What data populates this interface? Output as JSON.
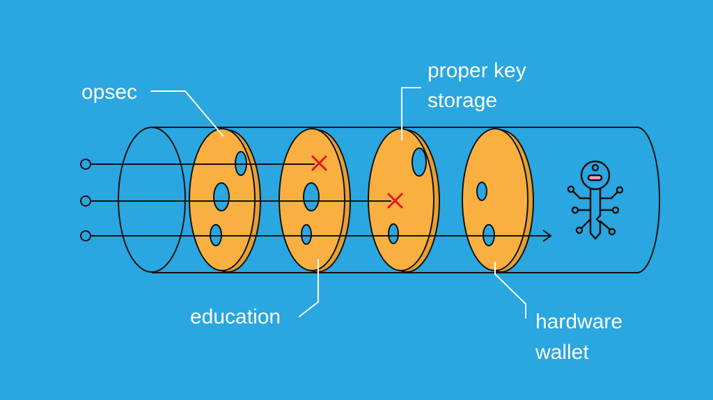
{
  "labels": {
    "opsec": "opsec",
    "education": "education",
    "proper_key_line1": "proper key",
    "proper_key_line2": "storage",
    "hardware_line1": "hardware",
    "hardware_line2": "wallet"
  },
  "colors": {
    "background": "#2aa6e0",
    "slice": "#f9b041",
    "blocked_marker": "#e8141b",
    "key_accent": "#f4a3c3",
    "outline": "#111111",
    "text": "#ffffff"
  },
  "icons": [
    "input-circle-icon",
    "blocked-x-icon",
    "arrow-head-icon",
    "key-circuit-icon"
  ]
}
